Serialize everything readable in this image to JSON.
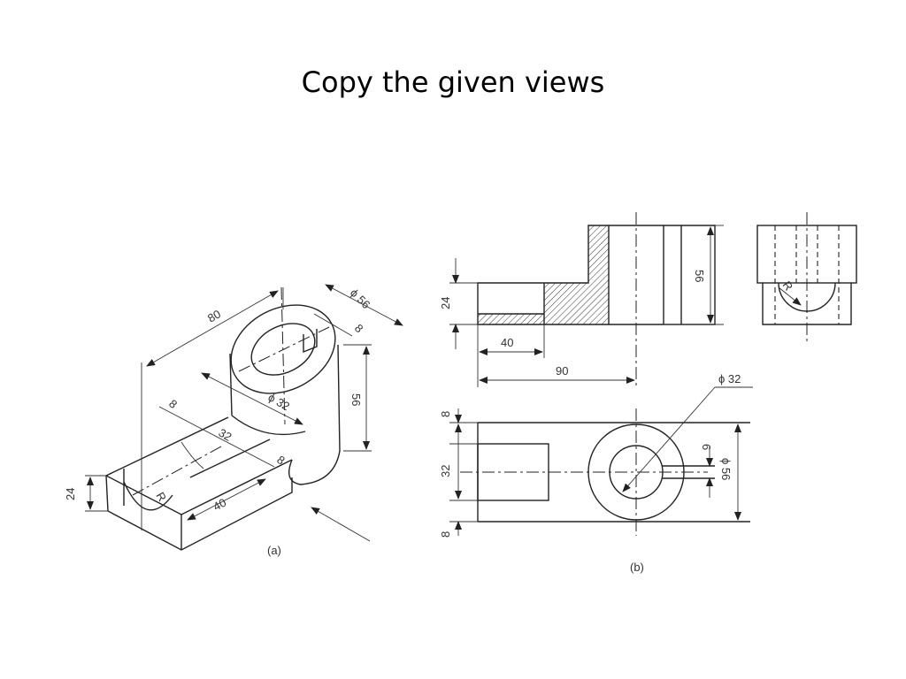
{
  "slide": {
    "title": "Copy the given views"
  },
  "figure_a": {
    "caption": "(a)",
    "dims": {
      "length": "80",
      "outer_dia": "ϕ 56",
      "slot_top": "8",
      "bore_dia": "ϕ 32",
      "height": "56",
      "left_mark": "8",
      "slot_width": "32",
      "right_mark": "8",
      "base_height": "24",
      "radius": "R",
      "base_length": "40"
    }
  },
  "figure_b": {
    "caption": "(b)",
    "front_view": {
      "height_left": "24",
      "length_40": "40",
      "length_90": "90",
      "height_right": "56"
    },
    "top_view": {
      "leader_dia": "ϕ 32",
      "top_gap": "8",
      "mid_width": "32",
      "bottom_gap": "8",
      "slot": "6",
      "outer_dia": "ϕ 56"
    },
    "side_view": {
      "radius": "R"
    }
  }
}
